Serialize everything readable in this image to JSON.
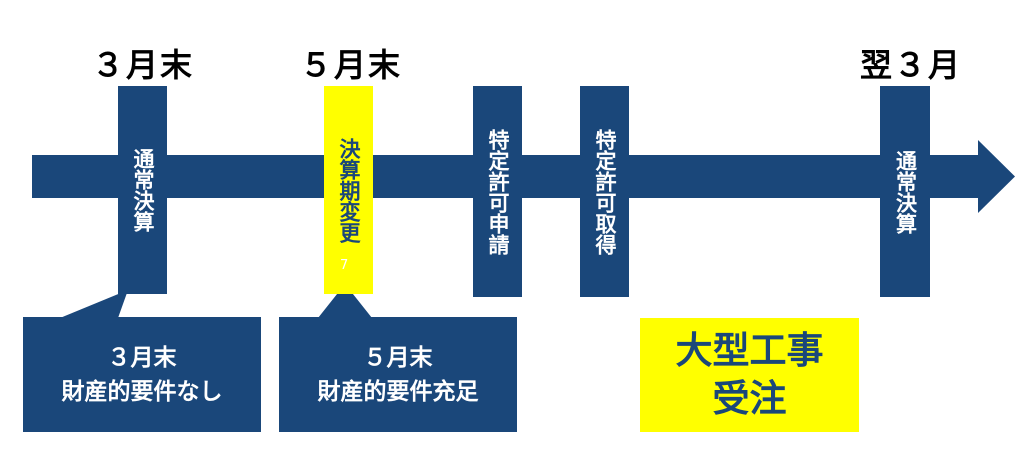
{
  "timeline": {
    "dates": {
      "march_end": "３月末",
      "may_end": "５月末",
      "next_march": "翌３月"
    },
    "events": {
      "regular_settlement_1": "通常決算",
      "fiscal_change": "決算期変更",
      "fiscal_change_note": "7",
      "permit_application": "特定許可申請",
      "permit_acquired": "特定許可取得",
      "regular_settlement_2": "通常決算"
    },
    "callouts": {
      "march": {
        "line1": "３月末",
        "line2": "財産的要件なし"
      },
      "may": {
        "line1": "５月末",
        "line2": "財産的要件充足"
      }
    },
    "highlight": {
      "line1": "大型工事",
      "line2": "受注"
    }
  },
  "colors": {
    "navy": "#1a477a",
    "yellow": "#ffff00",
    "text_dark": "#000000"
  }
}
